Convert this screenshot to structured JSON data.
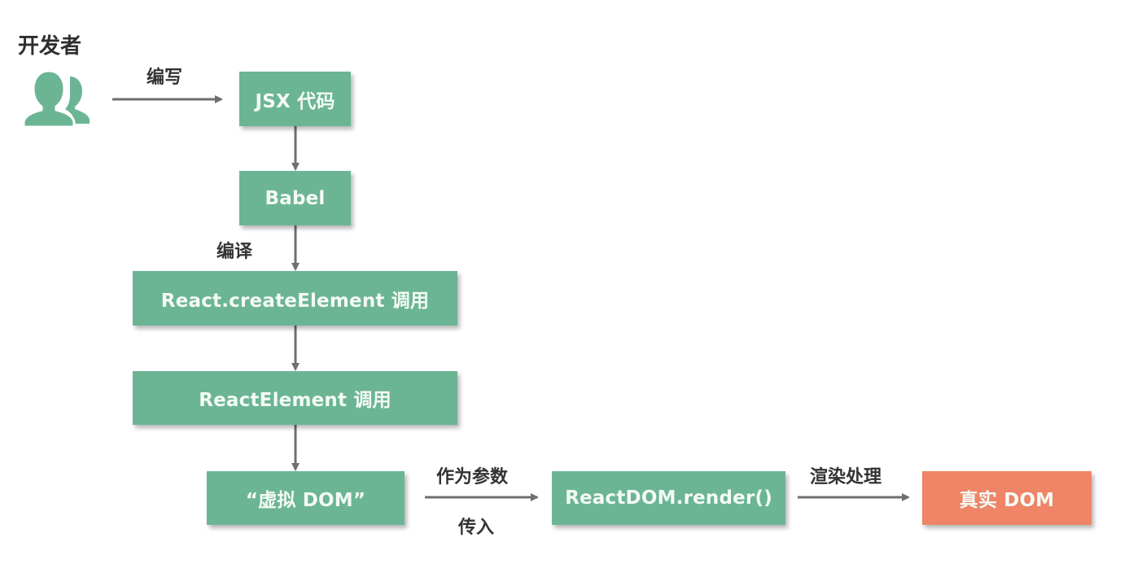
{
  "diagram": {
    "actor": {
      "label": "开发者",
      "icon": "users-icon"
    },
    "nodes": {
      "jsx": "JSX 代码",
      "babel": "Babel",
      "create_element": "React.createElement 调用",
      "react_element": "ReactElement 调用",
      "virtual_dom": "“虚拟 DOM”",
      "render": "ReactDOM.render()",
      "real_dom": "真实 DOM"
    },
    "edges": {
      "write": "编写",
      "compile": "编译",
      "as_param": "作为参数",
      "pass_in": "传入",
      "render_process": "渲染处理"
    },
    "colors": {
      "node_green": "#6bb594",
      "node_orange": "#ef8466",
      "arrow": "#6f6f6f",
      "text_dark": "#333333"
    }
  }
}
